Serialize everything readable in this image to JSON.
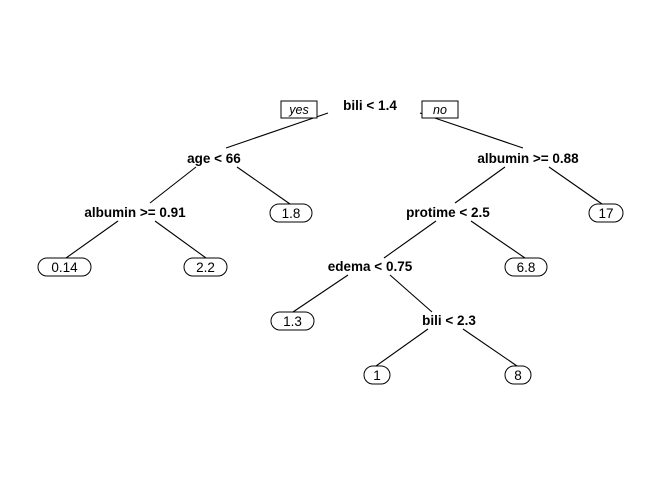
{
  "tree": {
    "branch_labels": {
      "left": "yes",
      "right": "no"
    },
    "splits": [
      {
        "id": "root",
        "label": "bili < 1.4"
      },
      {
        "id": "n2",
        "label": "age < 66"
      },
      {
        "id": "n3",
        "label": "albumin >= 0.88"
      },
      {
        "id": "n4",
        "label": "albumin >= 0.91"
      },
      {
        "id": "n6",
        "label": "protime < 2.5"
      },
      {
        "id": "n12",
        "label": "edema < 0.75"
      },
      {
        "id": "n25",
        "label": "bili < 2.3"
      }
    ],
    "leaves": [
      {
        "id": "l8",
        "value": "0.14"
      },
      {
        "id": "l9",
        "value": "2.2"
      },
      {
        "id": "l5",
        "value": "1.8"
      },
      {
        "id": "l24",
        "value": "1.3"
      },
      {
        "id": "l50",
        "value": "1"
      },
      {
        "id": "l51",
        "value": "8"
      },
      {
        "id": "l13",
        "value": "6.8"
      },
      {
        "id": "l7",
        "value": "17"
      }
    ]
  }
}
